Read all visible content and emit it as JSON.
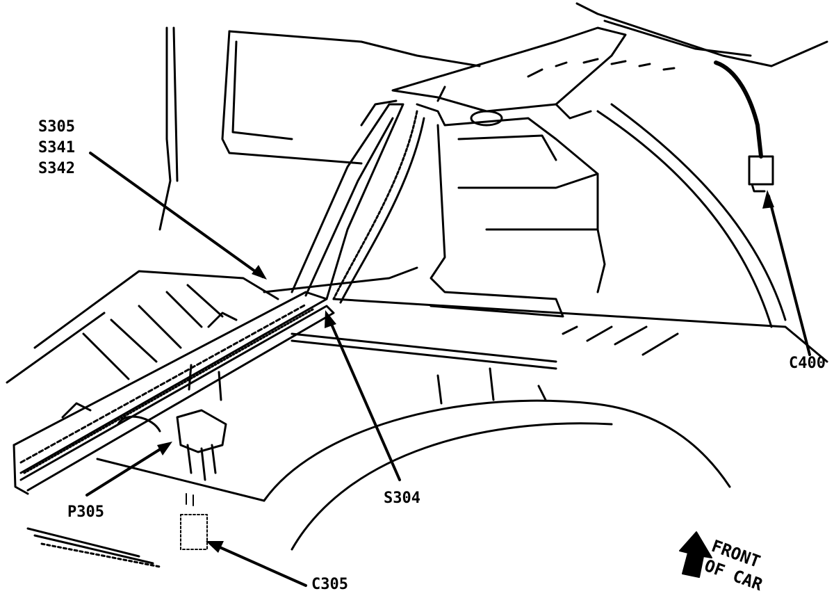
{
  "diagram": {
    "callouts": {
      "splices_stack": [
        "S305",
        "S341",
        "S342"
      ],
      "c400": "C400",
      "s304": "S304",
      "p305": "P305",
      "c305": "C305"
    },
    "front_indicator": [
      "FRONT",
      "OF CAR"
    ],
    "colors": {
      "ink": "#000000",
      "background": "#ffffff"
    }
  }
}
